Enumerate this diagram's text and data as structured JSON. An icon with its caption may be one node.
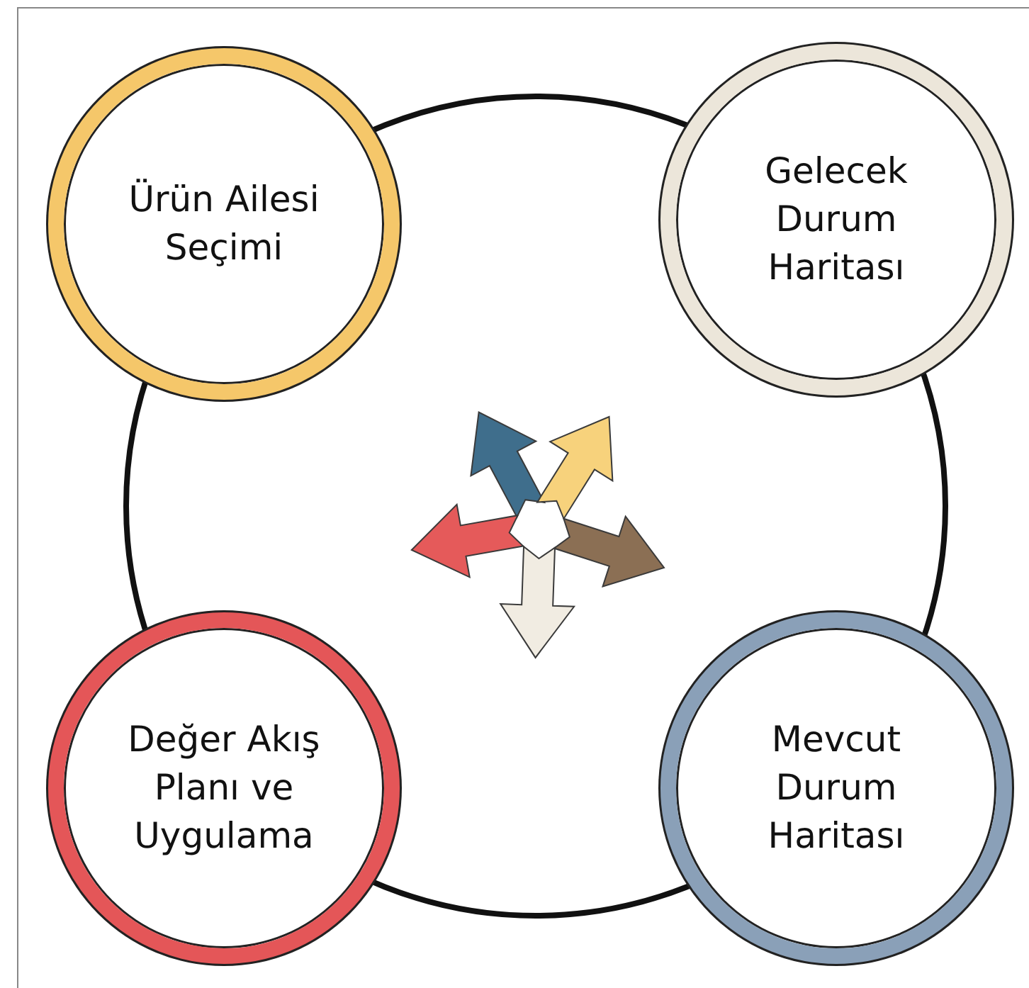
{
  "diagram": {
    "nodes": [
      {
        "text": [
          "Ürün Ailesi Seçimi"
        ]
      },
      {
        "text": [
          "Gelecek Durum Haritası"
        ]
      },
      {
        "text": [
          "Değer Akış Planı ve Uygulama"
        ]
      },
      {
        "text": [
          "Mevcut Durum Haritası"
        ]
      }
    ]
  }
}
